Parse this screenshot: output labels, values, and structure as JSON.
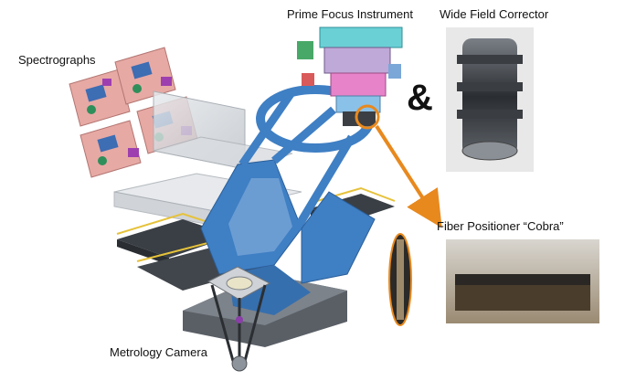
{
  "labels": {
    "spectrographs": "Spectrographs",
    "prime_focus_instrument": "Prime Focus Instrument",
    "wide_field_corrector": "Wide Field Corrector",
    "fiber_positioner": "Fiber Positioner “Cobra”",
    "metrology_camera": "Metrology Camera",
    "ampersand": "&"
  },
  "colors": {
    "telescope_blue": "#3f7fc4",
    "platform": "#3a3f45",
    "railing": "#e6c23a",
    "arrow": "#e8891e",
    "enclosure_glass": "#cfd3d8"
  }
}
